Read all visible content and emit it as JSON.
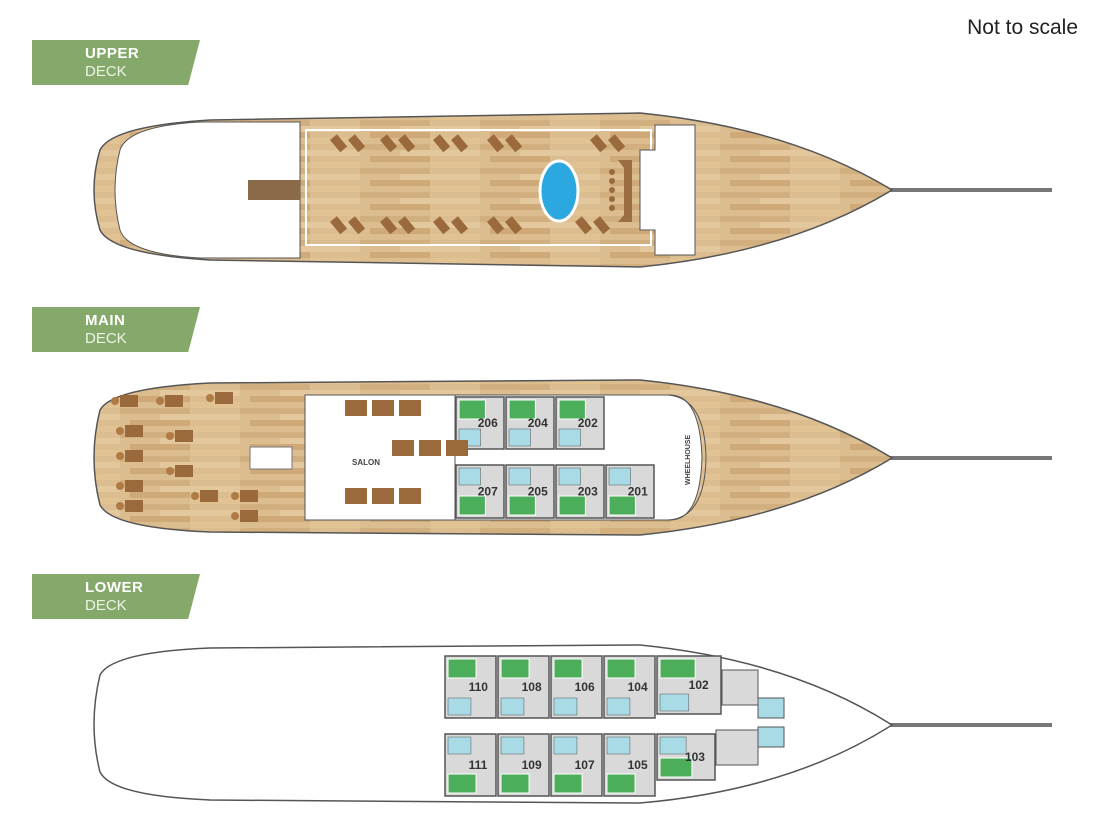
{
  "note": "Not to scale",
  "decks": [
    {
      "name": "UPPER",
      "sub": "DECK"
    },
    {
      "name": "MAIN",
      "sub": "DECK"
    },
    {
      "name": "LOWER",
      "sub": "DECK"
    }
  ],
  "main_deck": {
    "salon": "SALON",
    "wheelhouse": "WHEELHOUSE",
    "cabins_top": [
      "206",
      "204",
      "202"
    ],
    "cabins_bottom": [
      "207",
      "205",
      "203",
      "201"
    ]
  },
  "lower_deck": {
    "cabins_top": [
      "110",
      "108",
      "106",
      "104",
      "102"
    ],
    "cabins_bottom": [
      "111",
      "109",
      "107",
      "105",
      "103"
    ]
  },
  "colors": {
    "tag": "#85a96a",
    "wood": "#d8b98a",
    "pool": "#2ba8df",
    "bed": "#4cae5a",
    "bath": "#a8dbe6",
    "cabin": "#d9d9d9"
  }
}
